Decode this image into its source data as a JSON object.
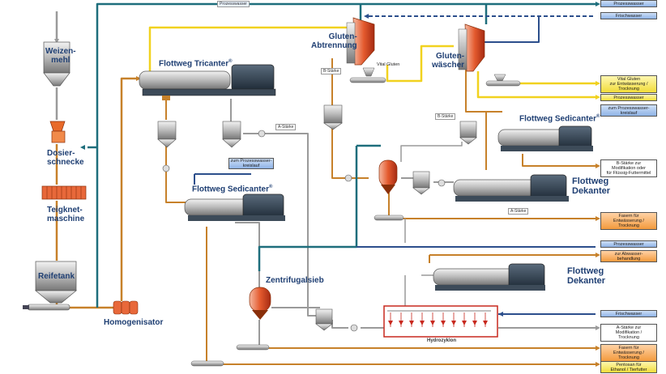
{
  "colors": {
    "teal": "#1e6e7c",
    "blue": "#2c4f8c",
    "yellow": "#f1d21f",
    "orange": "#d98a2a",
    "grey": "#9a9a9a",
    "red": "#c8281e"
  },
  "labels": {
    "weizenmehl": "Weizen-\nmehl",
    "dosierschnecke": "Dosier-\nschnecke",
    "teigknetmaschine": "Teigknet-\nmaschine",
    "reifetank": "Reifetank",
    "homogenisator": "Homogenisator",
    "tricanter": "Flottweg Tricanter",
    "sedicanter_left": "Flottweg Sedicanter",
    "sedicanter_right": "Flottweg Sedicanter",
    "dekanter_mid": "Flottweg\nDekanter",
    "dekanter_low": "Flottweg\nDekanter",
    "glutenabtrennung": "Gluten-\nAbtrennung",
    "glutenwaescher": "Gluten-\nwäscher",
    "zentrifugalsieb": "Zentrifugalsieb",
    "hydrozyklon": "Hydrozyklon"
  },
  "tags": {
    "prozesswasser_top": "Prozesswasser",
    "vital_gluten": "Vital Gluten",
    "b_staerke_1": "B-Stärke",
    "b_staerke_2": "B-Stärke",
    "a_staerke_1": "A-Stärke",
    "a_staerke_2": "A-Stärke",
    "zum_prozesswasser_left": "zum Prozesswasser-\nkreislauf"
  },
  "outputs": [
    {
      "text": "Prozesswasser",
      "color": "blue"
    },
    {
      "text": "Frischwasser",
      "color": "blue"
    },
    {
      "text": "Vital Gluten\nzur Entwässerung /\nTrocknung",
      "color": "yellow"
    },
    {
      "text": "Prozesswasser",
      "color": "yellow"
    },
    {
      "text": "zum Prozesswasser-\nkreislauf",
      "color": "blue"
    },
    {
      "text": "B-Stärke zur\nModifikation oder\nfür Flüssig-Futtermittel",
      "color": "white"
    },
    {
      "text": "Fasern für\nEntwässerung /\nTrocknung",
      "color": "orange"
    },
    {
      "text": "Prozesswasser",
      "color": "blue"
    },
    {
      "text": "zur Abwasser-\nbehandlung",
      "color": "orange"
    },
    {
      "text": "Frischwasser",
      "color": "blue"
    },
    {
      "text": "A-Stärke zur\nModifikation /\nTrocknung",
      "color": "white"
    },
    {
      "text": "Fasern für\nEntwässerung /\nTrocknung",
      "color": "orange"
    },
    {
      "text": "Pentosan für\nEthanol / Tierfutter",
      "color": "yellow"
    }
  ]
}
